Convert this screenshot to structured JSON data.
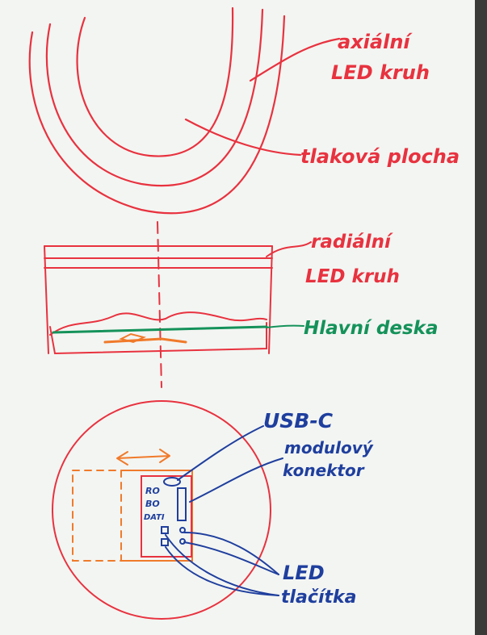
{
  "labels": {
    "axial_led_ring_line1": "axiální",
    "axial_led_ring_line2": "LED kruh",
    "touch_surface": "tlaková plocha",
    "radial_led_ring_line1": "radiální",
    "radial_led_ring_line2": "LED kruh",
    "main_board": "Hlavní deska",
    "usb_c": "USB-C",
    "modular_connector_line1": "modulový",
    "modular_connector_line2": "konektor",
    "led": "LED",
    "buttons": "tlačítka",
    "board_marks": [
      "RO",
      "BO",
      "DATI"
    ]
  },
  "colors": {
    "red": "#e8323f",
    "blue": "#1f3f9e",
    "green": "#14925a",
    "orange": "#f07a2a",
    "board": "#f4f6f3"
  }
}
